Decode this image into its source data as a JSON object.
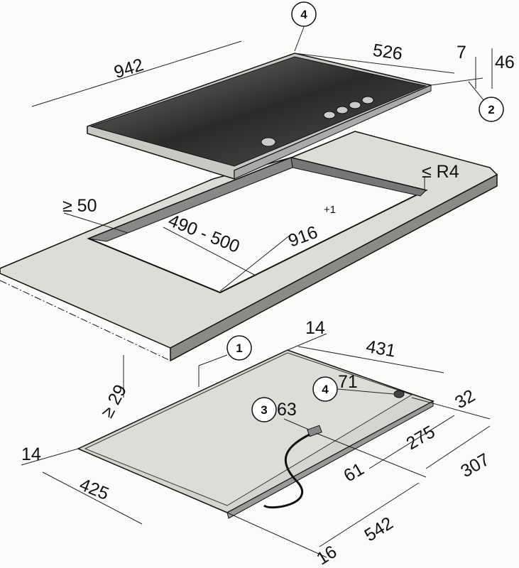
{
  "colors": {
    "cooktop_glass": "#3a3a3a",
    "countertop": "#dcdcd8",
    "housing": "#d4d4d0",
    "background": "#fbfbfa"
  },
  "callouts": {
    "c1": "1",
    "c2": "2",
    "c3": "3",
    "c4_top": "4",
    "c4_bottom": "4"
  },
  "top": {
    "width": "942",
    "depth": "526",
    "edge": "7",
    "height": "46"
  },
  "cutout": {
    "radius": "≤ R4",
    "min_edge": "≥ 50",
    "length": "916",
    "length_tol": "+1",
    "depth": "490 - 500",
    "worktop": "≥ 29"
  },
  "bottom": {
    "offset_back": "14",
    "depth": "431",
    "gas_height": "71",
    "elec_height": "63",
    "side_32": "32",
    "d275": "275",
    "d307": "307",
    "d61": "61",
    "offset_left": "14",
    "d425": "425",
    "d542": "542",
    "d16": "16"
  }
}
